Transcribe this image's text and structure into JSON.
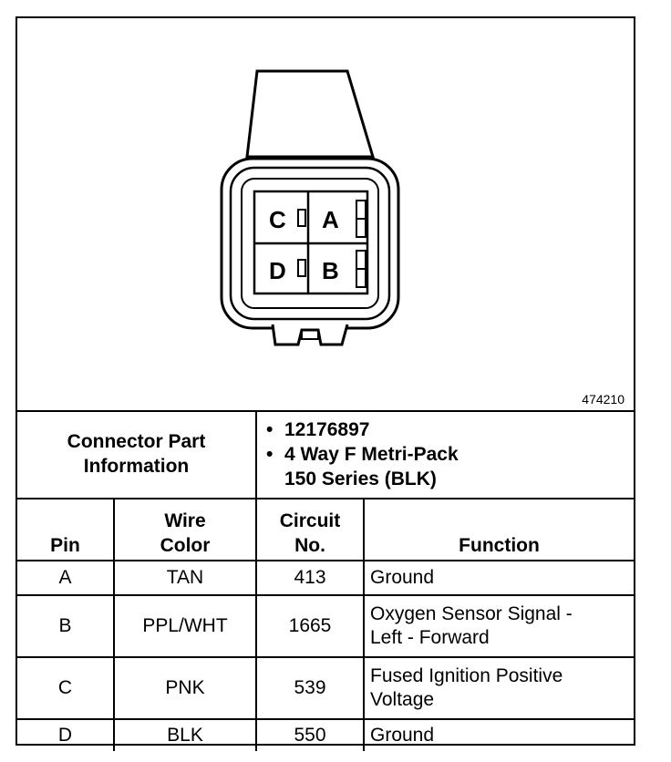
{
  "figure_id": "474210",
  "pins": {
    "a": "A",
    "b": "B",
    "c": "C",
    "d": "D"
  },
  "part_info": {
    "label_line1": "Connector Part",
    "label_line2": "Information",
    "part_number": "12176897",
    "desc_line1": "4 Way F Metri-Pack",
    "desc_line2": "150 Series (BLK)"
  },
  "headers": {
    "pin": "Pin",
    "wire_line1": "Wire",
    "wire_line2": "Color",
    "circuit_line1": "Circuit",
    "circuit_line2": "No.",
    "function": "Function"
  },
  "rows": [
    {
      "pin": "A",
      "color": "TAN",
      "circuit": "413",
      "function_line1": "Ground",
      "function_line2": ""
    },
    {
      "pin": "B",
      "color": "PPL/WHT",
      "circuit": "1665",
      "function_line1": "Oxygen Sensor Signal -",
      "function_line2": "Left - Forward"
    },
    {
      "pin": "C",
      "color": "PNK",
      "circuit": "539",
      "function_line1": "Fused Ignition Positive",
      "function_line2": "Voltage"
    },
    {
      "pin": "D",
      "color": "BLK",
      "circuit": "550",
      "function_line1": "Ground",
      "function_line2": ""
    }
  ]
}
